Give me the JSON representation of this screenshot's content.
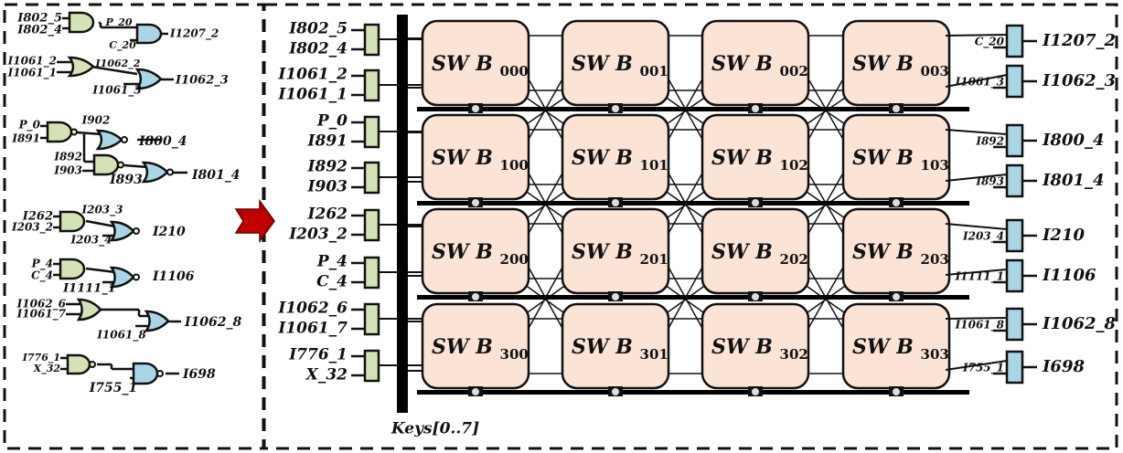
{
  "colors": {
    "green_gate": "#d5e2b5",
    "blue_gate": "#a9d6e5",
    "switchbox": "#fbe3d6",
    "arrow": "#c00000"
  },
  "left_panel": {
    "labels": [
      "I802_5",
      "I802_4",
      "P_20",
      "C_20",
      "I1207_2",
      "I1061_2",
      "I1061_1",
      "I1062_2",
      "I1061_3",
      "I1062_3",
      "P_0",
      "I891",
      "I902",
      "I800_4",
      "I892",
      "I903",
      "I893",
      "I801_4",
      "I262",
      "I203_2",
      "I203_3",
      "I203_4",
      "I210",
      "P_4",
      "C_4",
      "I1111_1",
      "I1106",
      "I1062_6",
      "I1061_7",
      "I1061_8",
      "I1062_8",
      "I776_1",
      "X_32",
      "I755_1",
      "I698"
    ]
  },
  "right_panel": {
    "key_inputs": [
      "I802_5",
      "I802_4",
      "I1061_2",
      "I1061_1",
      "P_0",
      "I891",
      "I892",
      "I903",
      "I262",
      "I203_2",
      "P_4",
      "C_4",
      "I1062_6",
      "I1061_7",
      "I776_1",
      "X_32"
    ],
    "keys_label": "Keys[0..7]",
    "switchbox_prefix": "SW B",
    "switchboxes": [
      [
        "000",
        "001",
        "002",
        "003"
      ],
      [
        "100",
        "101",
        "102",
        "103"
      ],
      [
        "200",
        "201",
        "202",
        "203"
      ],
      [
        "300",
        "301",
        "302",
        "303"
      ]
    ],
    "output_inputs": [
      "C_20",
      "I1061_3",
      "I892",
      "I893",
      "I203_4",
      "I1111_1",
      "I1061_8",
      "I755_1"
    ],
    "outputs": [
      "I1207_2",
      "I1062_3",
      "I800_4",
      "I801_4",
      "I210",
      "I1106",
      "I1062_8",
      "I698"
    ]
  }
}
